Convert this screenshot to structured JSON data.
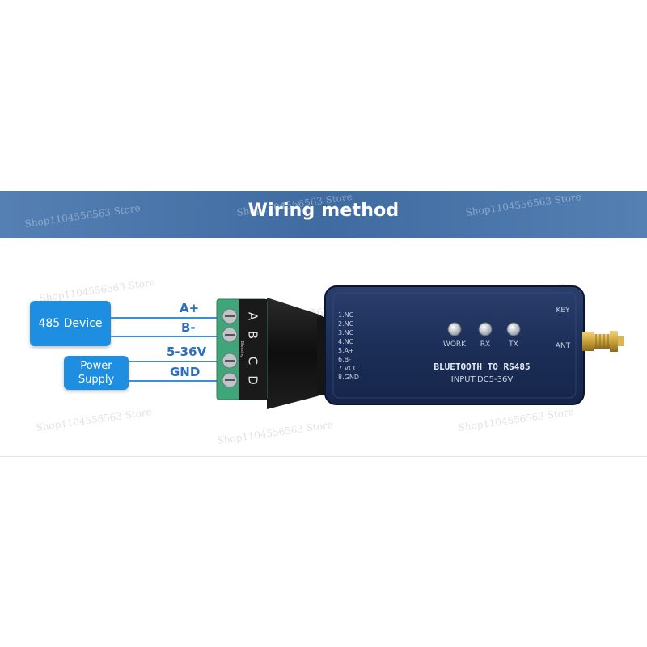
{
  "banner": {
    "title": "Wiring method"
  },
  "watermark": "Shop1104556563 Store",
  "devices": {
    "rs485": "485 Device",
    "power_line1": "Power",
    "power_line2": "Supply"
  },
  "wires": [
    {
      "label": "A+"
    },
    {
      "label": "B-"
    },
    {
      "label": "5-36V"
    },
    {
      "label": "GND"
    }
  ],
  "terminal_letters": [
    "A",
    "B",
    "C",
    "D"
  ],
  "terminal_small_text": "Blessing",
  "module": {
    "title": "BLUETOOTH TO RS485",
    "input": "INPUT:DC5-36V",
    "pins": [
      "1.NC",
      "2.NC",
      "3.NC",
      "4.NC",
      "5.A+",
      "6.B-",
      "7.VCC",
      "8.GND"
    ],
    "leds": [
      "WORK",
      "RX",
      "TX"
    ],
    "key_label": "KEY",
    "ant_label": "ANT"
  },
  "colors": {
    "banner": "#4a76ab",
    "device_box": "#1e8fe0",
    "wire": "#3a8ee0",
    "terminal": "#3fa67a",
    "module_body": "#1c2f58",
    "antenna": "#c9a23a"
  }
}
